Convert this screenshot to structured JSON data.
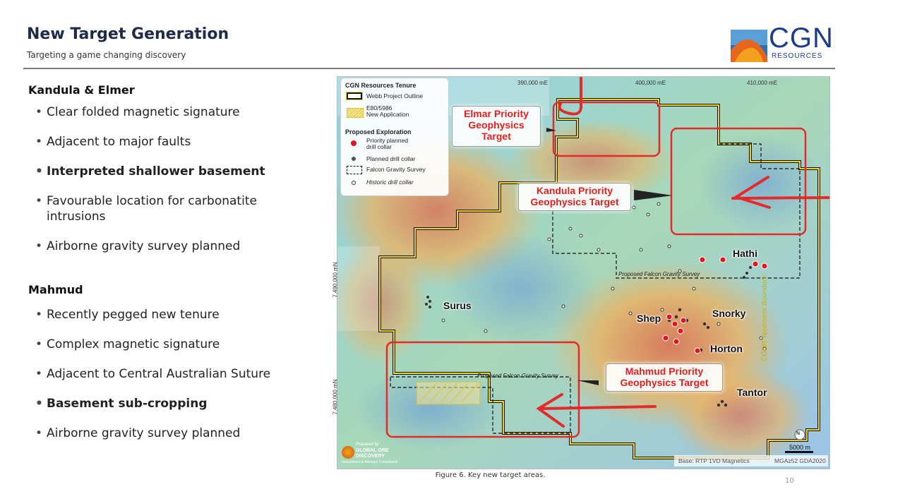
{
  "header": {
    "title": "New Target Generation",
    "subtitle": "Targeting a game changing discovery"
  },
  "logo": {
    "text": "CGN",
    "subtext": "RESOURCES"
  },
  "sections": [
    {
      "heading": "Kandula & Elmer",
      "bullets": [
        {
          "text": "Clear folded magnetic signature",
          "bold": false
        },
        {
          "text": "Adjacent to major faults",
          "bold": false
        },
        {
          "text": "Interpreted shallower basement",
          "bold": true
        },
        {
          "text": "Favourable location for carbonatite intrusions",
          "bold": false
        },
        {
          "text": "Airborne gravity survey planned",
          "bold": false
        }
      ]
    },
    {
      "heading": "Mahmud",
      "bullets": [
        {
          "text": "Recently pegged new tenure",
          "bold": false
        },
        {
          "text": "Complex magnetic signature",
          "bold": false
        },
        {
          "text": "Adjacent to Central Australian Suture",
          "bold": false
        },
        {
          "text": "Basement sub-cropping",
          "bold": true
        },
        {
          "text": "Airborne gravity survey planned",
          "bold": false
        }
      ]
    }
  ],
  "map": {
    "legend": {
      "title": "CGN Resources Tenure",
      "webb": "Webb Project Outline",
      "application": "E80/5986\nNew Application",
      "proposed_title": "Proposed Exploration",
      "priority": "Priority planned\ndrill collar",
      "planned": "Planned drill collar",
      "falcon": "Falcon Gravity Survey",
      "historic": "Historic drill collar"
    },
    "eastings": [
      "390,000 mE",
      "400,000 mE",
      "410,000 mE"
    ],
    "northings": [
      "7,490,000 mN",
      "7,480,000 mN"
    ],
    "targets": {
      "elmar": "Elmar Priority\nGeophysics\nTarget",
      "kandula": "Kandula Priority\nGeophysics Target",
      "mahmud": "Mahmud Priority\nGeophysics Target"
    },
    "prospects": [
      "Hathi",
      "Surus",
      "Shep",
      "Snorky",
      "Horton",
      "Tantor"
    ],
    "falcon_label": "Proposed Falcon Gravity Survey",
    "tenement_boundary": "CGNR Tenement Boundary",
    "north": "N",
    "scale": "5000 m",
    "base": "Base: RTP 1VD Magnetics",
    "projection": "MGAz52 GDA2020",
    "credit": {
      "prepared": "Prepared by",
      "company": "GLOBAL ORE DISCOVERY",
      "tagline": "Geoscience & Advisory Consultants"
    }
  },
  "caption": "Figure 6. Key new target areas.",
  "page_number": "10",
  "colors": {
    "title": "#1d2a48",
    "target_red": "#e02020",
    "annotation_red": "#e52a2a",
    "logo_blue": "#1e3c8c"
  }
}
